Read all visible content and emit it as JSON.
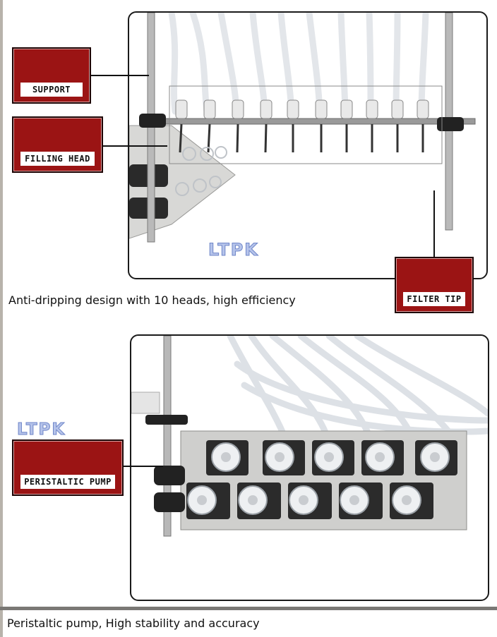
{
  "callouts": {
    "support": "SUPPORT",
    "filling_head": "FILLING HEAD",
    "filter_tip": "FILTER TIP",
    "peristaltic_pump": "PERISTALTIC PUMP"
  },
  "captions": {
    "top": "Anti-dripping design with 10 heads, high efficiency",
    "bottom": "Peristaltic pump, High stability and accuracy"
  },
  "logo": "LTPK",
  "colors": {
    "callout_red": "#9b1414",
    "logo_blue": "#b5c3ea",
    "frame_border": "#1a1a1a"
  },
  "counts": {
    "filling_heads": 10,
    "pumps": 10
  }
}
